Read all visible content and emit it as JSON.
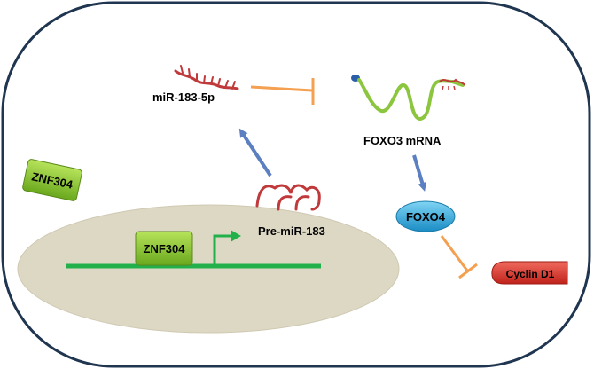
{
  "labels": {
    "mirna": "miR-183-5p",
    "mrna": "FOXO3 mRNA",
    "pre_mirna": "Pre-miR-183",
    "znf304_cytoplasm": "ZNF304",
    "znf304_nucleus": "ZNF304",
    "foxo4": "FOXO4",
    "cyclin": "Cyclin D1"
  },
  "colors": {
    "cell_border": "#1f3550",
    "nucleus": "#ddd8c4",
    "dna": "#22b04b",
    "mirna": "#c0393b",
    "mrna": "#8cc63f",
    "mrna_cap": "#2a5ea8",
    "inhibit": "#f4a050",
    "activate": "#5b7fc0",
    "znf_box": "#8fcc2f",
    "foxo4": "#2aa6d6",
    "cyclin": "#d9342b"
  }
}
